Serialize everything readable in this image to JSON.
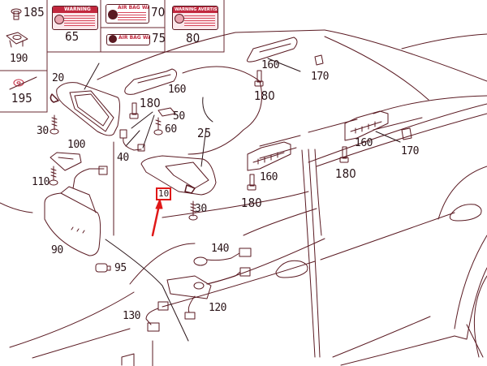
{
  "diagram": {
    "title": "Sun visor, grab handle and interior lamp parts diagram",
    "highlight": {
      "label": "10",
      "color": "#e01818"
    },
    "line_color": "#5a1a22",
    "accent_color": "#c2283e",
    "stickers": [
      {
        "id": "65",
        "label": "65",
        "header": "WARNING"
      },
      {
        "id": "70",
        "label": "70",
        "header": "AIR BAG WARNING"
      },
      {
        "id": "75",
        "label": "75",
        "header": "AIR BAG WARNING"
      },
      {
        "id": "80",
        "label": "80",
        "header": "WARNING AVERTISSEMENT"
      }
    ],
    "small_parts": [
      {
        "id": "185",
        "label": "185"
      },
      {
        "id": "190",
        "label": "190"
      },
      {
        "id": "195",
        "label": "195"
      }
    ],
    "callouts": {
      "c20": "20",
      "c30a": "30",
      "c30b": "30",
      "c25": "25",
      "c40": "40",
      "c50": "50",
      "c60": "60",
      "c90": "90",
      "c95": "95",
      "c100": "100",
      "c110": "110",
      "c120": "120",
      "c130": "130",
      "c140": "140",
      "c160a": "160",
      "c160b": "160",
      "c160c": "160",
      "c160d": "160",
      "c170a": "170",
      "c170b": "170",
      "c180a": "180",
      "c180b": "180",
      "c180c": "180",
      "c180d": "180"
    }
  }
}
